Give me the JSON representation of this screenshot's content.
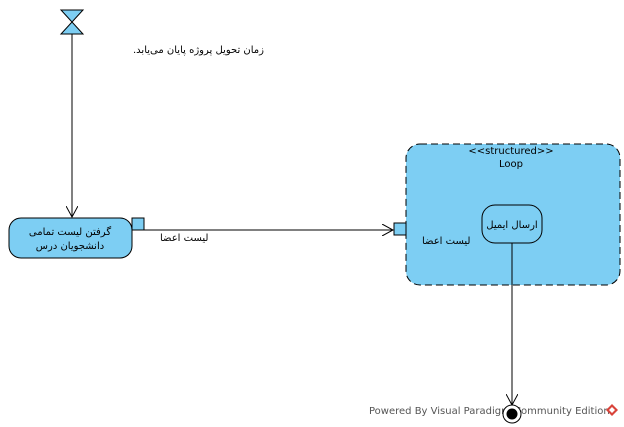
{
  "time_event": {
    "label": "زمان تحویل پروژه پایان می‌یابد."
  },
  "action_get_list": {
    "line1": "گرفتن لیست تمامی",
    "line2": "دانشجویان درس"
  },
  "output_pin": {
    "label": "لیست اعضا"
  },
  "loop_node": {
    "stereotype": "<<structured>>",
    "name": "Loop"
  },
  "input_pin": {
    "label": "لیست اعضا"
  },
  "action_send_email": {
    "label": "ارسال ایمیل"
  },
  "watermark": {
    "text": "Powered By Visual Paradigm Community Edition"
  },
  "colors": {
    "fill": "#7dcef3",
    "stroke": "#000000",
    "logo": "#d9433a"
  }
}
